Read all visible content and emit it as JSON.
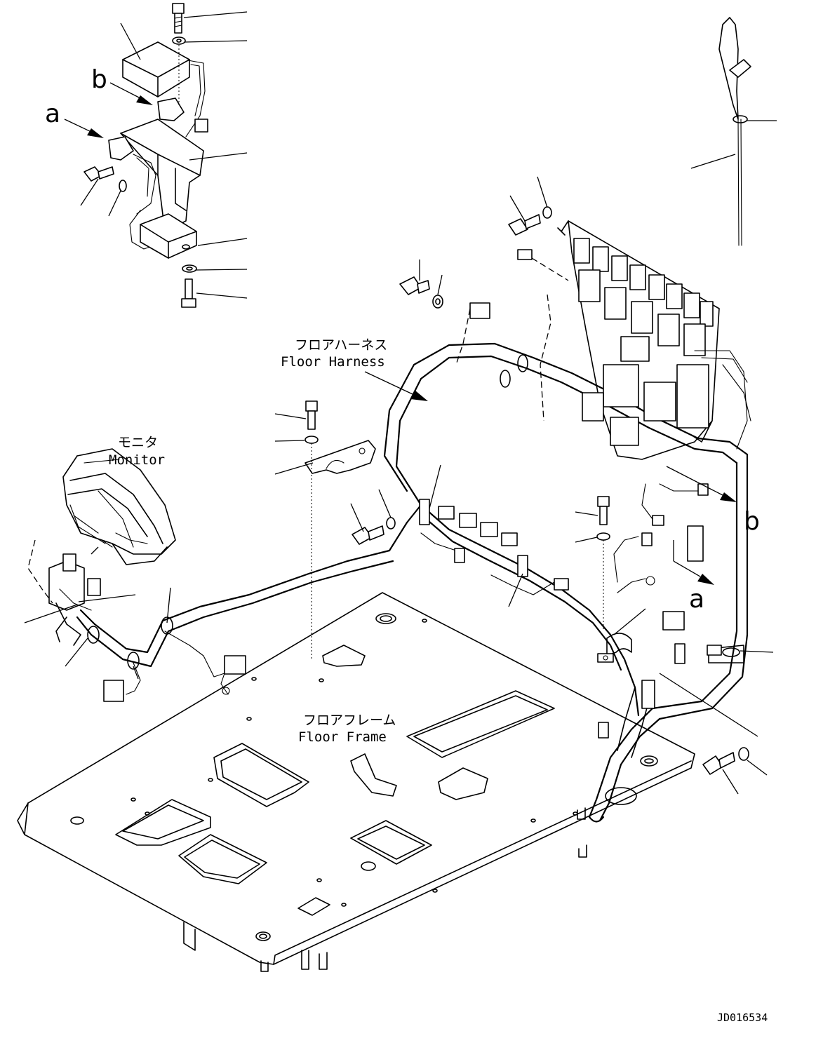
{
  "labels": {
    "floor_harness_jp": "フロアハーネス",
    "floor_harness_en": "Floor Harness",
    "monitor_jp": "モニタ",
    "monitor_en": "Monitor",
    "floor_frame_jp": "フロアフレーム",
    "floor_frame_en": "Floor Frame",
    "ref_a": "a",
    "ref_b": "b",
    "drawing_number": "JD016534"
  }
}
